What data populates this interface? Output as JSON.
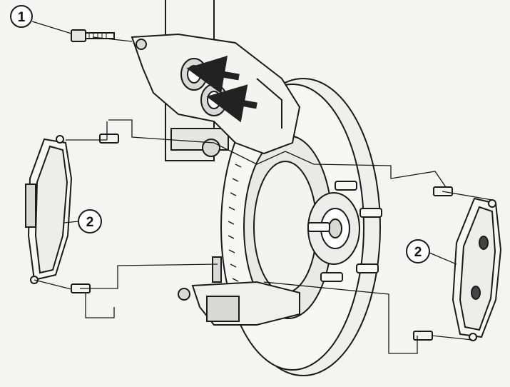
{
  "diagram": {
    "callouts": [
      {
        "id": "callout-1",
        "label": "1"
      },
      {
        "id": "callout-2a",
        "label": "2"
      },
      {
        "id": "callout-2b",
        "label": "2"
      }
    ],
    "colors": {
      "ink": "#1a1a1a",
      "paper": "#f4f4f2",
      "shade": "#d9d9d6",
      "arrow": "#222222"
    }
  }
}
